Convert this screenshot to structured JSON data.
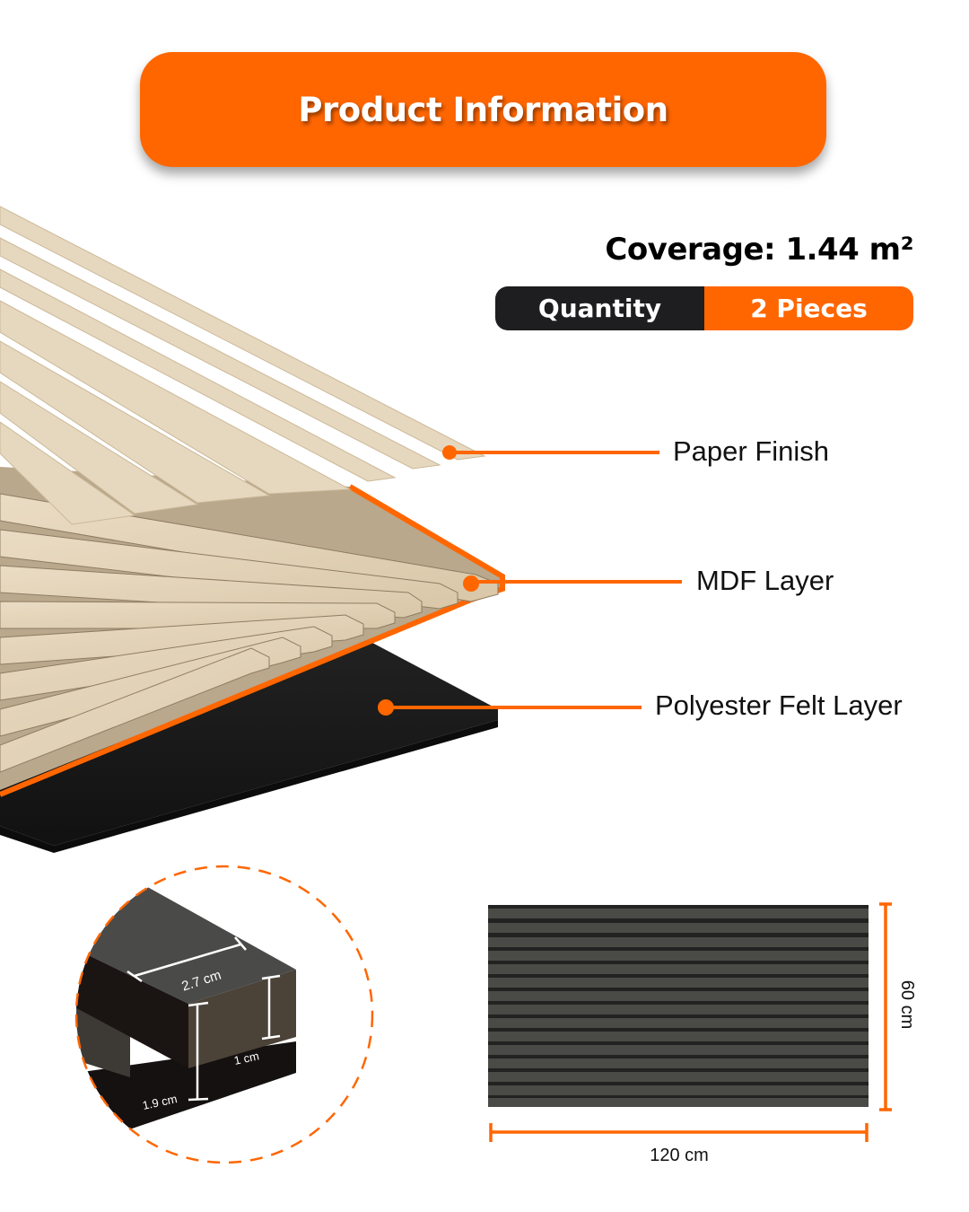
{
  "header": {
    "title": "Product Information"
  },
  "specs": {
    "coverage": "Coverage: 1.44 m²",
    "quantity_label": "Quantity",
    "quantity_value": "2 Pieces"
  },
  "layers": [
    {
      "label": "Paper Finish"
    },
    {
      "label": "MDF Layer"
    },
    {
      "label": "Polyester Felt Layer"
    }
  ],
  "slat_detail": {
    "width": "2.7 cm",
    "slat_height": "1 cm",
    "total_height": "1.9 cm"
  },
  "panel_dimensions": {
    "width": "120 cm",
    "height": "60 cm"
  },
  "colors": {
    "accent": "#ff6600",
    "dark": "#1e1e20",
    "wood": "#e3d3b8",
    "felt": "#1c1c1c",
    "panel": "#4a4a46"
  }
}
